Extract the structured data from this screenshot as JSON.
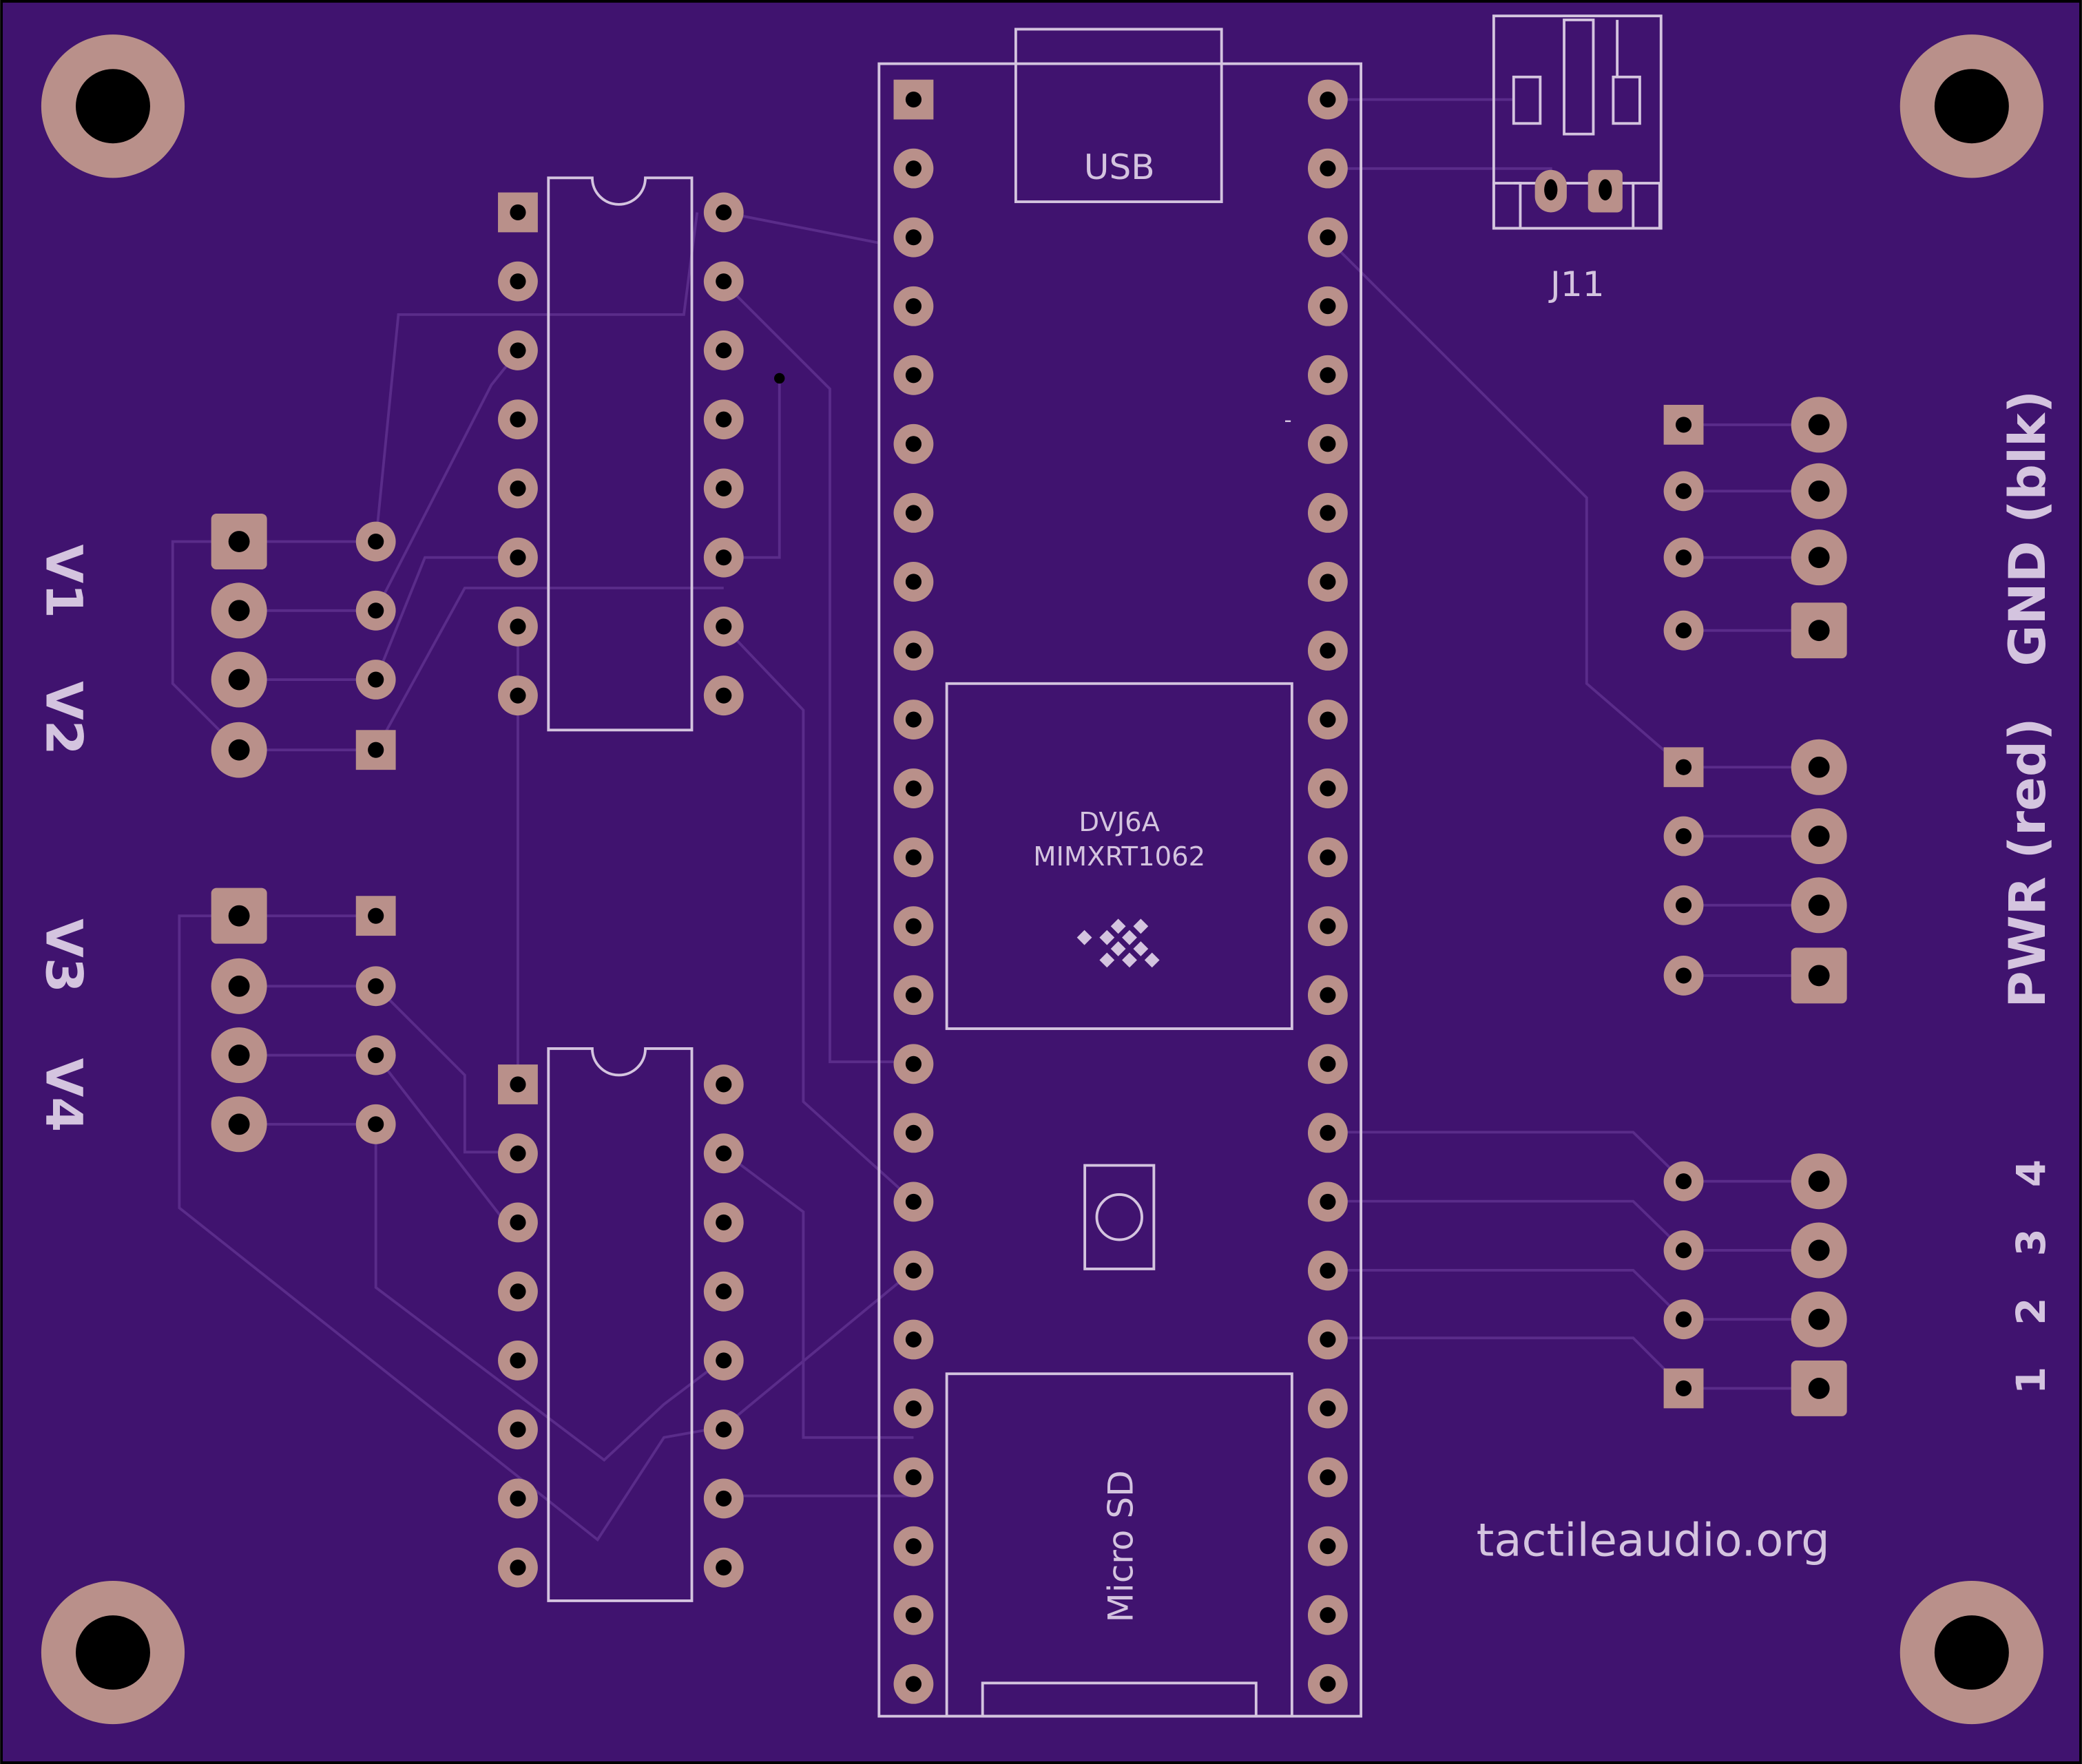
{
  "colors": {
    "board": "#40136f",
    "outline": "#000000",
    "silkscreen": "#d4c4df",
    "copper": "#b9908a",
    "trace": "#5a2c8a",
    "drill": "#000000"
  },
  "labels": {
    "usb": "USB",
    "j11": "J11",
    "chip_line1": "DVJ6A",
    "chip_line2": "MIMXRT1062",
    "sd": "Micro SD",
    "website": "tactileaudio.org",
    "v1": "V1",
    "v2": "V2",
    "v3": "V3",
    "v4": "V4",
    "pwr": "PWR (red)",
    "gnd": "GND (blk)",
    "n1": "1",
    "n2": "2",
    "n3": "3",
    "n4": "4",
    "dash": "-"
  },
  "components": {
    "microcontroller": "teensy-4.1",
    "sockets": [
      "dip-16-upper",
      "dip-16-lower"
    ],
    "connectors": [
      "v-header-1",
      "v-header-2",
      "pwr-gnd-header-1",
      "pwr-gnd-header-2",
      "channel-header"
    ],
    "mounting_holes": 4
  }
}
